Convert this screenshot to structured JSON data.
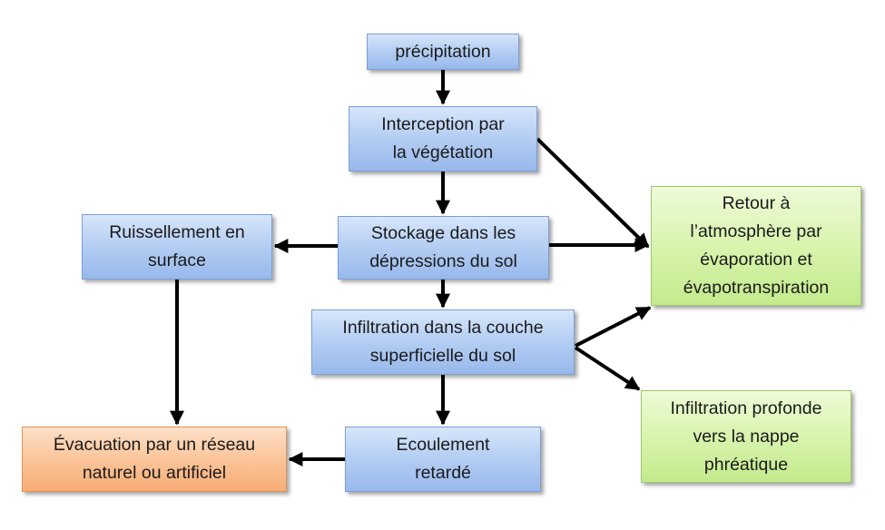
{
  "nodes": {
    "precipitation": "précipitation",
    "interception": "Interception par\nla végétation",
    "stockage": "Stockage dans les\ndépressions du sol",
    "ruissellement": "Ruissellement en\nsurface",
    "infiltration_superficielle": "Infiltration dans la couche\nsuperficielle du sol",
    "ecoulement": "Ecoulement\nretardé",
    "evacuation": "Évacuation par un réseau\nnaturel ou artificiel",
    "retour_atmosphere": "Retour à\nl’atmosphère par\névaporation et\névapotranspiration",
    "infiltration_profonde": "Infiltration profonde\nvers la nappe\nphréatique"
  },
  "edges": [
    {
      "from": "precipitation",
      "to": "interception"
    },
    {
      "from": "interception",
      "to": "stockage"
    },
    {
      "from": "interception",
      "to": "retour_atmosphere"
    },
    {
      "from": "stockage",
      "to": "ruissellement"
    },
    {
      "from": "stockage",
      "to": "retour_atmosphere"
    },
    {
      "from": "stockage",
      "to": "infiltration_superficielle"
    },
    {
      "from": "infiltration_superficielle",
      "to": "retour_atmosphere"
    },
    {
      "from": "infiltration_superficielle",
      "to": "infiltration_profonde"
    },
    {
      "from": "infiltration_superficielle",
      "to": "ecoulement"
    },
    {
      "from": "ruissellement",
      "to": "evacuation"
    },
    {
      "from": "ecoulement",
      "to": "evacuation"
    }
  ],
  "colors": {
    "process_fill": "#b6cff3",
    "atmosphere_groundwater_fill": "#d8f4ae",
    "outlet_fill": "#fbc59b",
    "arrow": "#000000"
  }
}
